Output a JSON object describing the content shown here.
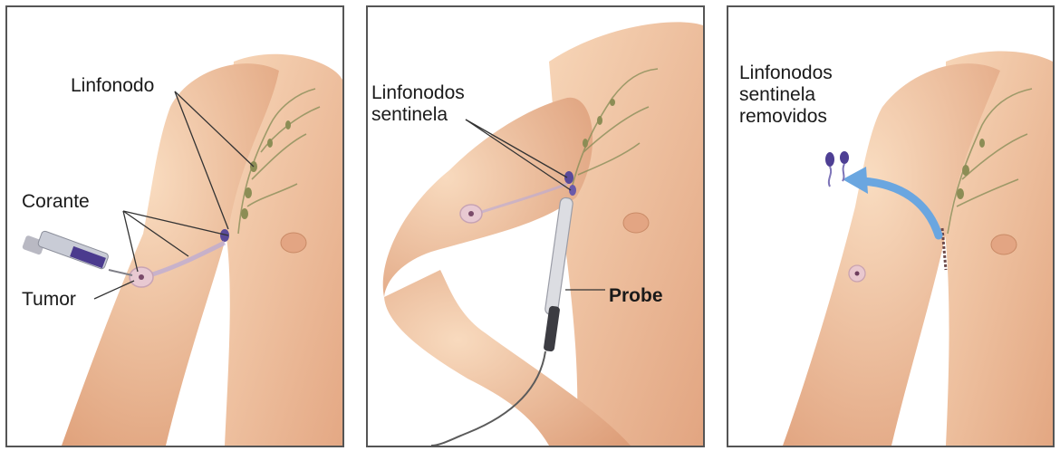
{
  "colors": {
    "skin_light": "#f6cfae",
    "skin_mid": "#e9b08a",
    "skin_shadow": "#d49572",
    "border": "#555555",
    "leader": "#333333",
    "dye": "#5a4a9a",
    "arrow": "#6aa6e0"
  },
  "panels": [
    {
      "labels": {
        "node": "Linfonodo",
        "dye": "Corante",
        "tumor": "Tumor"
      },
      "icons": [
        "syringe-icon",
        "tumor-icon",
        "lymph-node-icon"
      ]
    },
    {
      "labels": {
        "nodes_line1": "Linfonodos",
        "nodes_line2": "sentinela",
        "probe": "Probe"
      },
      "icons": [
        "probe-icon",
        "cable-icon",
        "tumor-icon"
      ]
    },
    {
      "labels": {
        "removed_line1": "Linfonodos",
        "removed_line2": "sentinela",
        "removed_line3": "removidos"
      },
      "icons": [
        "removed-nodes-icon",
        "curved-arrow-icon",
        "incision-icon"
      ]
    }
  ]
}
